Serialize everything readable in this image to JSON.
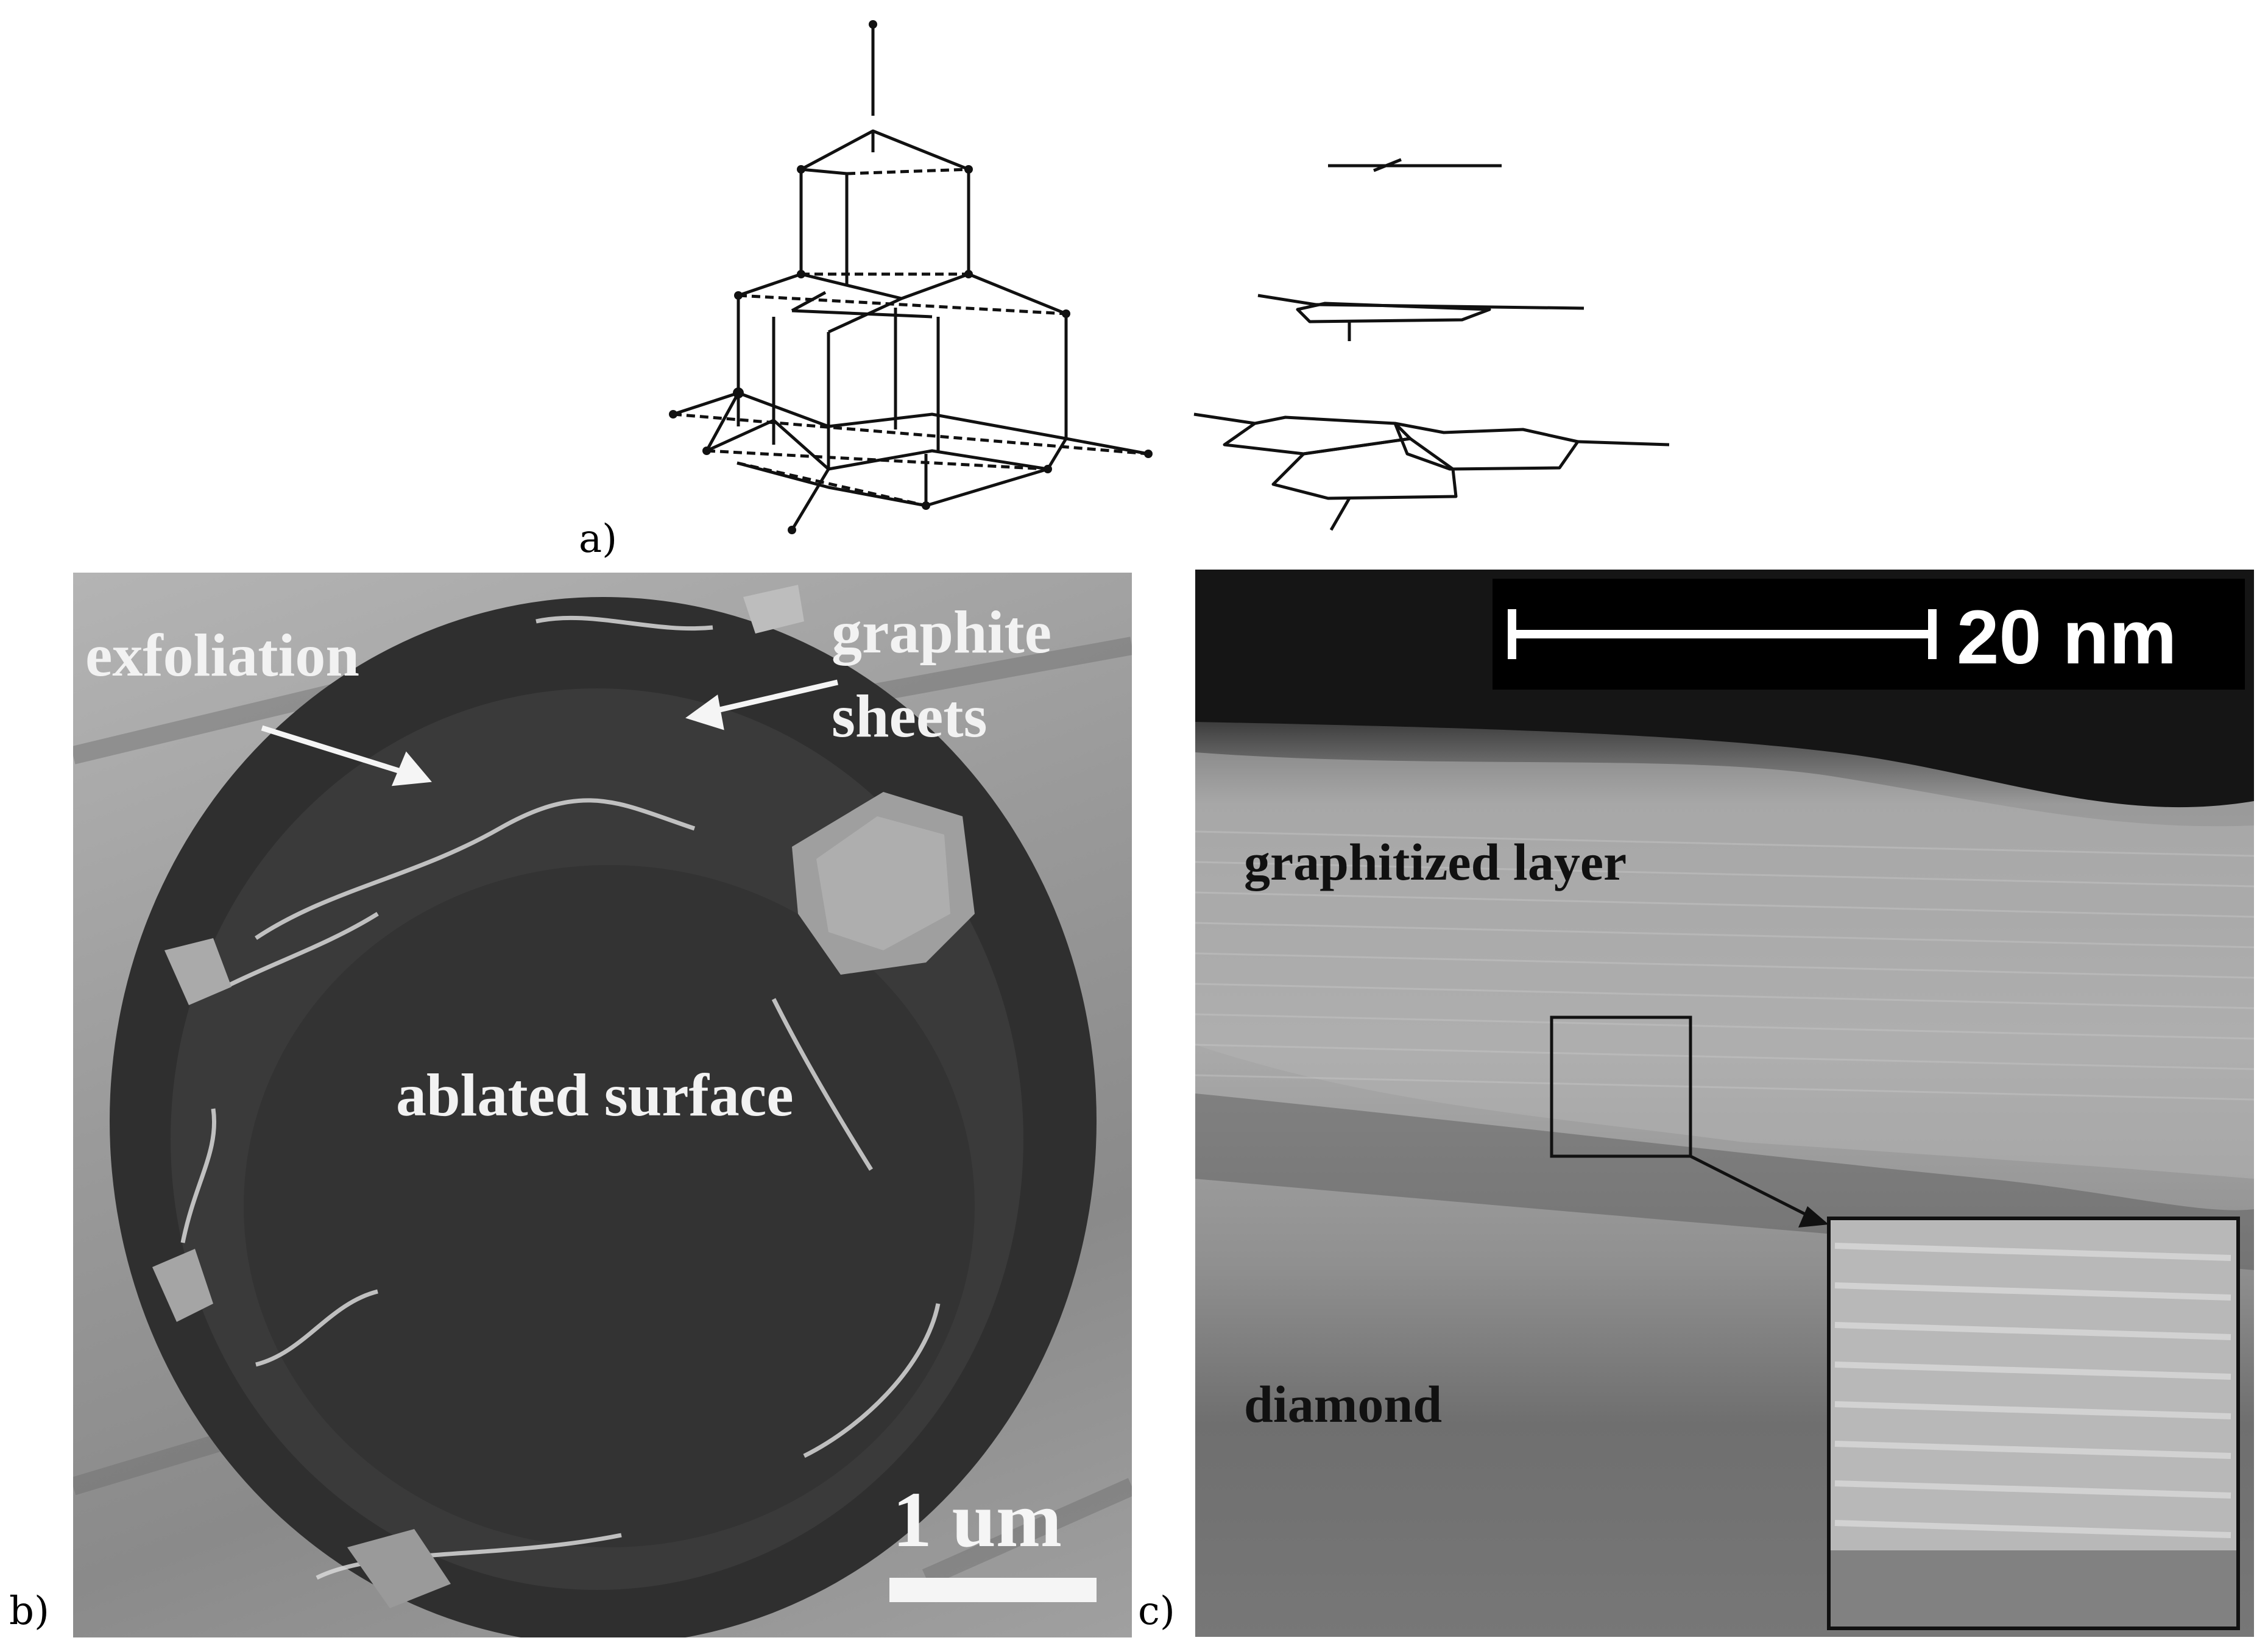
{
  "panel_a": {
    "letter": "a)"
  },
  "panel_b": {
    "letter": "b)",
    "labels": {
      "exfoliation": "exfoliation",
      "graphite": "graphite",
      "sheets": "sheets",
      "ablated": "ablated surface",
      "scale": "1 um"
    }
  },
  "panel_c": {
    "letter": "c)",
    "labels": {
      "scale": "20 nm",
      "graphitized": "graphitized layer",
      "diamond": "diamond"
    }
  }
}
